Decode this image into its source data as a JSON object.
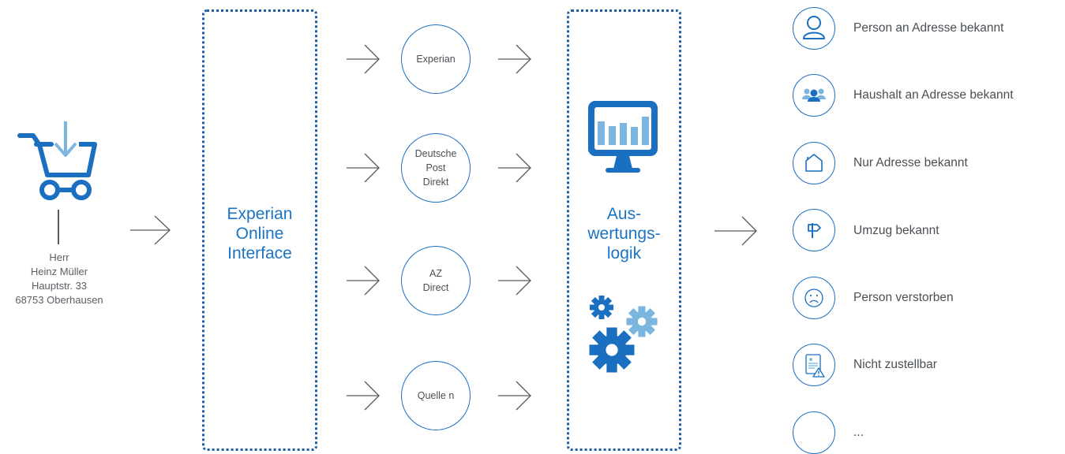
{
  "customer": {
    "icons": [
      "shopping-cart-icon",
      "download-arrow-icon"
    ],
    "address_lines": [
      "Herr",
      "Heinz Müller",
      "Hauptstr. 33",
      "68753 Oberhausen"
    ]
  },
  "interface_label": [
    "Experian",
    "Online",
    "Interface"
  ],
  "sources": [
    {
      "label": "Experian"
    },
    {
      "label": "Deutsche\nPost\nDirekt"
    },
    {
      "label": "AZ\nDirect"
    },
    {
      "label": "Quelle n"
    }
  ],
  "evaluation_label": [
    "Aus-",
    "wertungs-",
    "logik"
  ],
  "results": [
    {
      "icon": "person-icon",
      "label": "Person an Adresse bekannt"
    },
    {
      "icon": "household-icon",
      "label": "Haushalt an Adresse bekannt"
    },
    {
      "icon": "house-icon",
      "label": "Nur Adresse bekannt"
    },
    {
      "icon": "signpost-icon",
      "label": "Umzug bekannt"
    },
    {
      "icon": "sad-face-icon",
      "label": "Person verstorben"
    },
    {
      "icon": "undeliverable-document-icon",
      "label": "Nicht zustellbar"
    },
    {
      "icon": "empty-icon",
      "label": "..."
    }
  ],
  "colors": {
    "primary": "#1a6fc0",
    "light": "#7ab6e0",
    "text": "#555a5e"
  }
}
